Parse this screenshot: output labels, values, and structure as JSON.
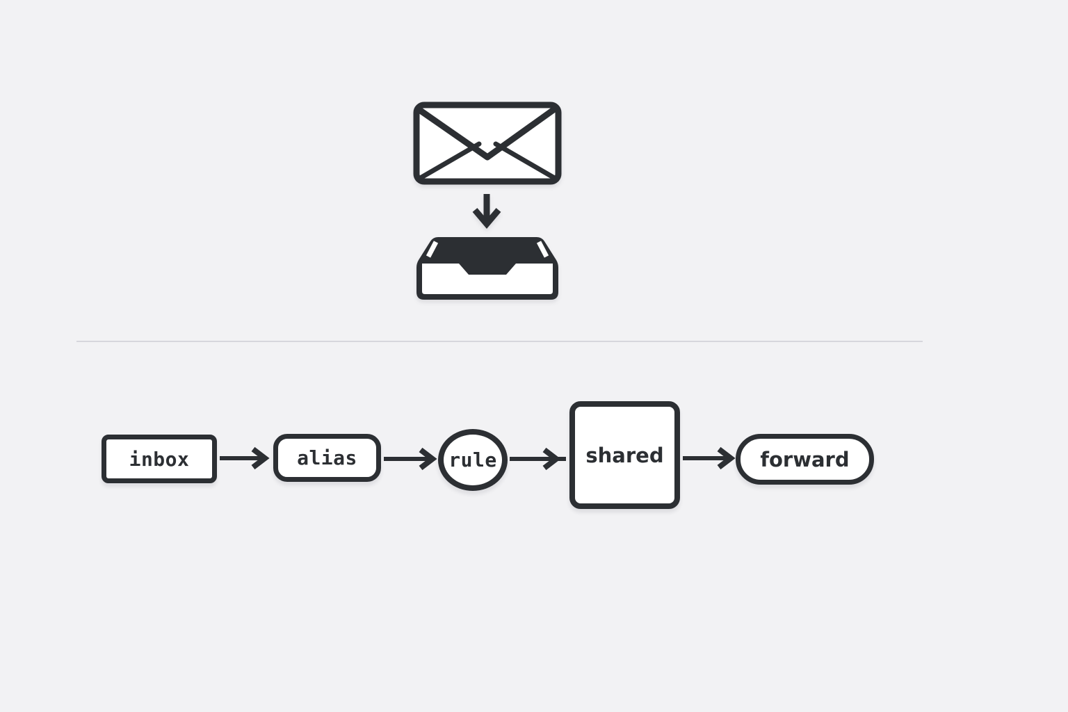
{
  "canvas": {
    "background": "#f2f2f4",
    "stroke_color": "#2c2f33",
    "fill_color": "#ffffff",
    "divider_color": "#d6d6dc"
  },
  "hero": {
    "icons": [
      {
        "name": "envelope-icon"
      },
      {
        "name": "arrow-down-icon"
      },
      {
        "name": "inbox-tray-icon"
      }
    ]
  },
  "flow": {
    "nodes": [
      {
        "id": "inbox",
        "label": "inbox",
        "shape": "rectangle"
      },
      {
        "id": "alias",
        "label": "alias",
        "shape": "rounded-rectangle"
      },
      {
        "id": "rule",
        "label": "rule",
        "shape": "circle"
      },
      {
        "id": "shared",
        "label": "shared",
        "shape": "square"
      },
      {
        "id": "forward",
        "label": "forward",
        "shape": "pill"
      }
    ],
    "connections": [
      {
        "from": "inbox",
        "to": "alias"
      },
      {
        "from": "alias",
        "to": "rule"
      },
      {
        "from": "rule",
        "to": "shared"
      },
      {
        "from": "shared",
        "to": "forward"
      }
    ]
  }
}
